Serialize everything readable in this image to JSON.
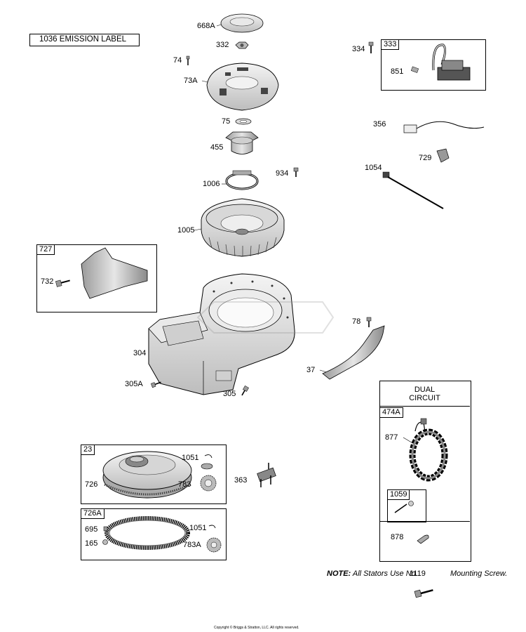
{
  "labels": {
    "emission": "1036 EMISSION LABEL",
    "dual": "DUAL",
    "circuit": "CIRCUIT"
  },
  "parts": {
    "p668a": "668A",
    "p332": "332",
    "p74": "74",
    "p73a": "73A",
    "p75": "75",
    "p455": "455",
    "p1006": "1006",
    "p934": "934",
    "p1005": "1005",
    "p727": "727",
    "p732": "732",
    "p304": "304",
    "p305a": "305A",
    "p305": "305",
    "p78": "78",
    "p37": "37",
    "p334": "334",
    "p333": "333",
    "p851": "851",
    "p356": "356",
    "p729": "729",
    "p1054": "1054",
    "p23": "23",
    "p1051": "1051",
    "p726": "726",
    "p783": "783",
    "p363": "363",
    "p726a": "726A",
    "p695": "695",
    "p165": "165",
    "p783a": "783A",
    "p474a": "474A",
    "p877": "877",
    "p1059": "1059",
    "p878": "878"
  },
  "note": {
    "prefix": "NOTE:",
    "text": "All Stators Use No.",
    "part": "1119",
    "suffix": "Mounting Screw."
  },
  "footer": {
    "copyright": "Copyright © Briggs & Stratton, LLC. All rights reserved."
  }
}
